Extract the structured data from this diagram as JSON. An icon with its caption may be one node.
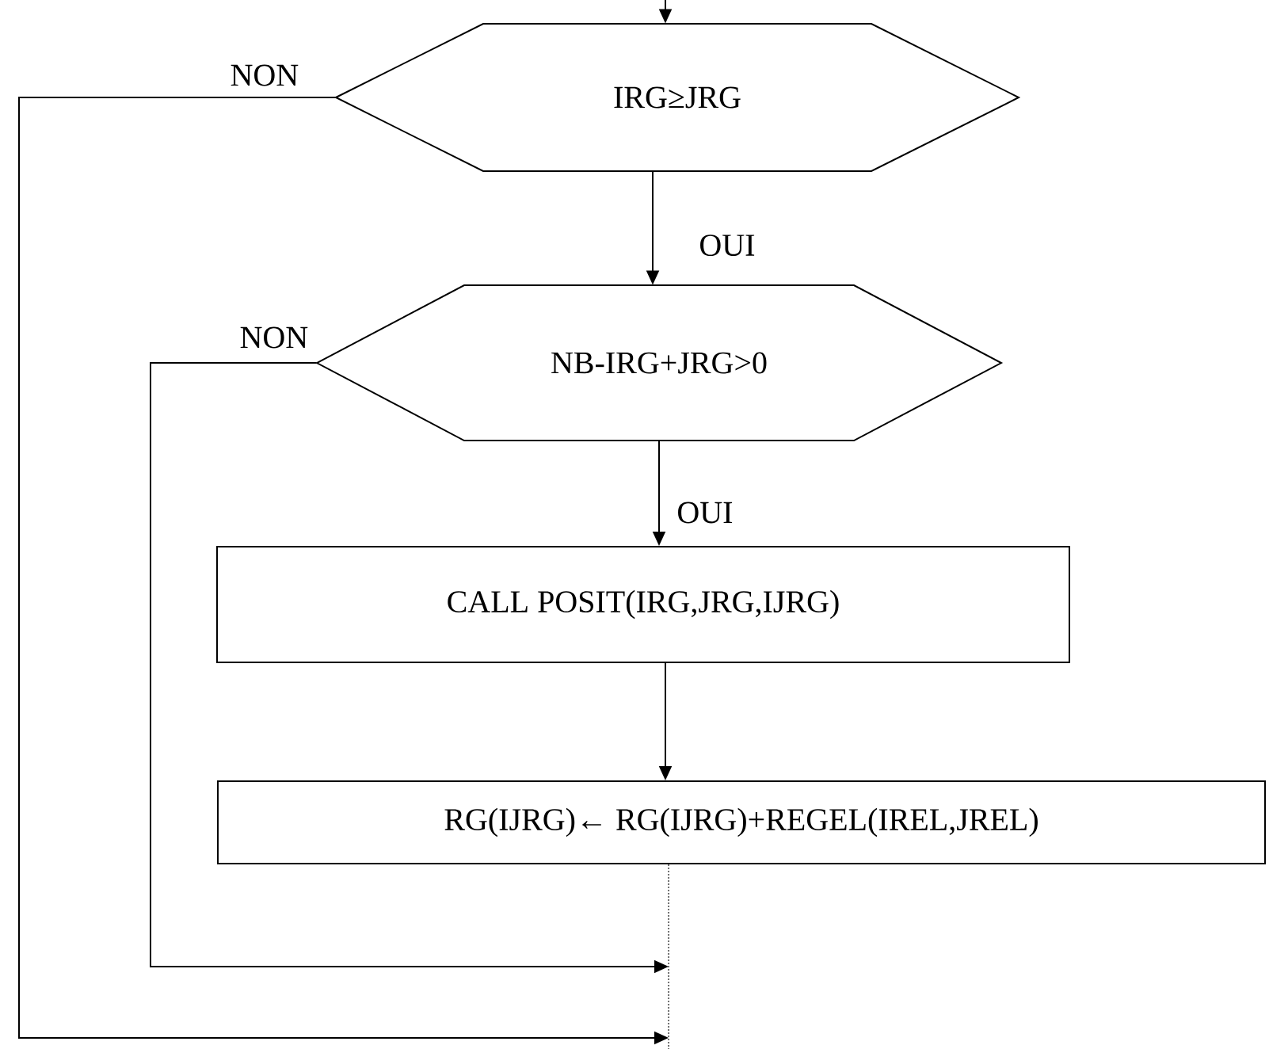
{
  "diagram": {
    "nodes": [
      {
        "text": [
          "IRG≥JRG"
        ]
      },
      {
        "text": [
          "NB-IRG+JRG>0"
        ]
      },
      {
        "text": [
          "CALL POSIT(IRG,JRG,IJRG)"
        ]
      },
      {
        "text": [
          "RG(IJRG)← RG(IJRG)+REGEL(IREL,JREL)"
        ]
      }
    ],
    "edges": [
      {
        "from": null,
        "to": 0,
        "arrow": "to"
      },
      {
        "from": 0,
        "to": 1,
        "arrow": "to",
        "label": "OUI"
      },
      {
        "from": 1,
        "to": 2,
        "arrow": "to",
        "label": "OUI"
      },
      {
        "from": 2,
        "to": 3,
        "arrow": "to"
      },
      {
        "from": 0,
        "to": null,
        "arrow": "to",
        "label": "NON"
      },
      {
        "from": 1,
        "to": null,
        "arrow": "to",
        "label": "NON"
      },
      {
        "from": 3,
        "to": null,
        "arrow": "none",
        "style": "dashed"
      }
    ]
  }
}
